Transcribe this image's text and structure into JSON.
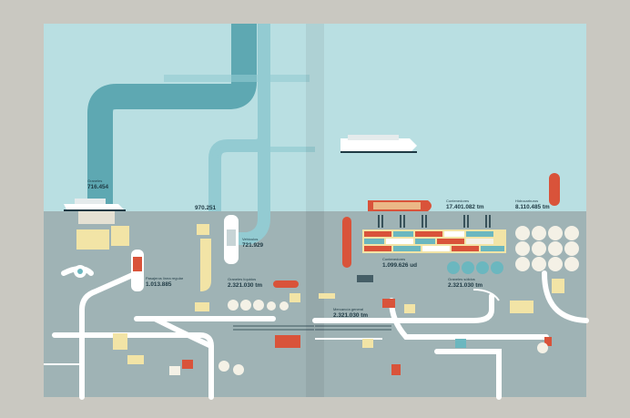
{
  "colors": {
    "background": "#c9c8c1",
    "sea": "#b9dfe2",
    "land": "#9fb3b5",
    "channel_dark": "#5ea8b2",
    "channel_light": "#93cbd2",
    "road": "#ffffff",
    "cream": "#f2e4a6",
    "red": "#d9533a",
    "teal": "#6bb7bf",
    "navy": "#1f3a44"
  },
  "annotations": [
    {
      "id": "ann-1",
      "caption": "Graneles",
      "value": "716.454"
    },
    {
      "id": "ann-2",
      "caption": "",
      "value": "970.251"
    },
    {
      "id": "ann-3",
      "caption": "Pasajeros línea regular",
      "value": "1.013.885"
    },
    {
      "id": "ann-4",
      "caption": "Vehículos",
      "value": "721.929"
    },
    {
      "id": "ann-5",
      "caption": "Graneles líquidos",
      "value": "2.321.030 tm"
    },
    {
      "id": "ann-6",
      "caption": "Contenedores",
      "value": "17.401.082 tm"
    },
    {
      "id": "ann-7",
      "caption": "Hidrocarburos",
      "value": "8.110.485 tm"
    },
    {
      "id": "ann-8",
      "caption": "Contenedores",
      "value": "1.099.626 ud"
    },
    {
      "id": "ann-9",
      "caption": "Graneles sólidos",
      "value": "2.321.030 tm"
    },
    {
      "id": "ann-10",
      "caption": "Mercancía general",
      "value": "2.321.030 tm"
    }
  ]
}
